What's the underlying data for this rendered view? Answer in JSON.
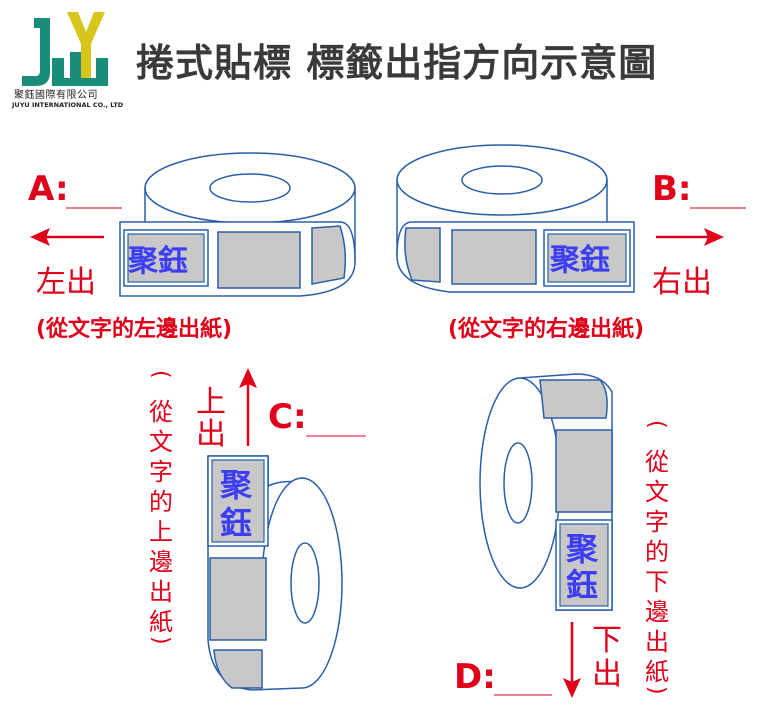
{
  "header": {
    "logo_sub_cn": "聚鈺國際有限公司",
    "logo_sub_en": "JUYU INTERNATIONAL CO., LTD",
    "title": "捲式貼標 標籤出指方向示意圖"
  },
  "colors": {
    "accent_red": "#e0001a",
    "chip_blue": "#3d3df2",
    "logo_green": "#1a8c7a",
    "logo_yellow": "#d8c51c"
  },
  "diagrams": {
    "a": {
      "code": "A:",
      "dir": "左出",
      "note": "(從文字的左邊出紙)"
    },
    "b": {
      "code": "B:",
      "dir": "右出",
      "note": "(從文字的右邊出紙)"
    },
    "c": {
      "code": "C:",
      "dir_1": "上",
      "dir_2": "出",
      "note": [
        "(",
        "從",
        "文",
        "字",
        "的",
        "上",
        "邊",
        "出",
        "紙",
        ")"
      ]
    },
    "d": {
      "code": "D:",
      "dir_1": "下",
      "dir_2": "出",
      "note": [
        "(",
        "從",
        "文",
        "字",
        "的",
        "下",
        "邊",
        "出",
        "紙",
        ")"
      ]
    },
    "chip_text": "聚鈺",
    "chip_1": "聚",
    "chip_2": "鈺"
  }
}
